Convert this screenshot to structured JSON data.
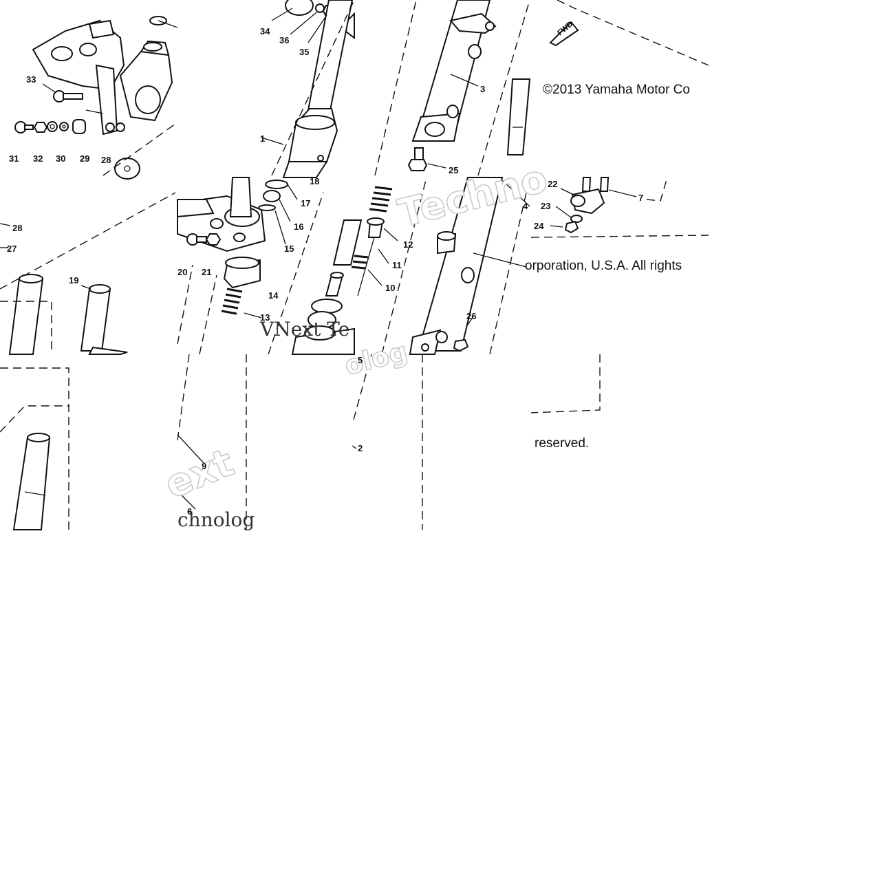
{
  "copyright": {
    "line1": "©2013 Yamaha Motor Co",
    "line2": "orporation, U.S.A. All rights",
    "line3": "reserved."
  },
  "fwd_label": "FWD",
  "watermark": {
    "tech_a": "Techno",
    "tech_b": "ext",
    "tech_c": "chnolog",
    "vnext": "VNext Te",
    "logo": "olog"
  },
  "callouts": [
    "1",
    "2",
    "3",
    "4",
    "5",
    "6",
    "7",
    "9",
    "10",
    "11",
    "12",
    "13",
    "14",
    "15",
    "16",
    "17",
    "18",
    "19",
    "20",
    "21",
    "22",
    "23",
    "24",
    "25",
    "26",
    "27",
    "28",
    "28",
    "29",
    "30",
    "31",
    "32",
    "33",
    "34",
    "35",
    "36"
  ]
}
